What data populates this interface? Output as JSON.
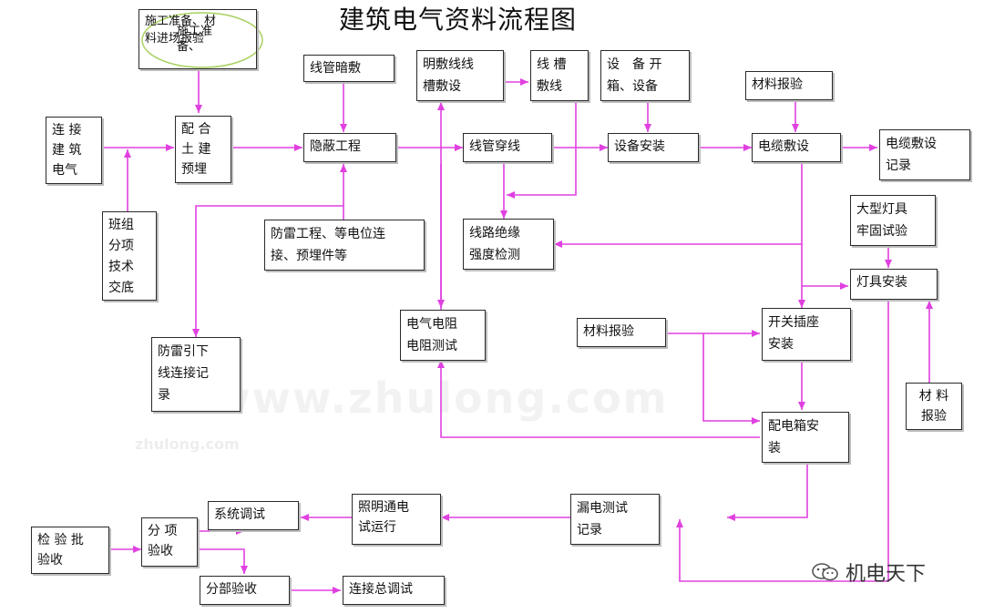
{
  "title": "建筑电气资料流程图",
  "watermark": {
    "main": "www.zhulong.com",
    "small": "zhulong.com"
  },
  "badge": {
    "icon": "wechat-icon",
    "text": "机电天下"
  },
  "colors": {
    "arrow": "#e040e0",
    "box_border": "#2a2a2a",
    "note_ellipse": "#a8d060"
  },
  "boxes": {
    "prep": "施工准备、材\n料进场报验",
    "prep_overlap": "施工准\n备、",
    "connect": "连 接\n建 筑\n电气",
    "tech": "班组\n分项\n技术\n交底",
    "embed": "配 合\n土 建\n预埋",
    "conduit": "线管暗敷",
    "hidden": "隐蔽工程",
    "lightning": "防雷工程、等电位连\n接、预埋件等",
    "downlead": "防雷引下\n线连接记\n录",
    "surface": "明敷线线\n槽敷设",
    "trunking": "线 槽\n敷线",
    "threading": "线管穿线",
    "insulation": "线路绝缘\n强度检测",
    "resistance": "电气电阻\n电阻测试",
    "equip_open": "设　备 开\n箱、设备",
    "equip_install": "设备安装",
    "mat_cable": "材料报验",
    "cable": "电缆敷设",
    "cable_rec": "电缆敷设\n记录",
    "big_lamp": "大型灯具\n牢固试验",
    "lamp": "灯具安装",
    "mat_switch": "材料报验",
    "switch": "开关插座\n安装",
    "mat_lamp": "材 料\n报验",
    "panel": "配电箱安\n装",
    "leak": "漏电测试\n记录",
    "lighting_run": "照明通电\n试运行",
    "sys_debug": "系统调试",
    "batch": "检 验 批\n验收",
    "item": "分 项\n验收",
    "part": "分部验收",
    "overall": "连接总调试"
  }
}
